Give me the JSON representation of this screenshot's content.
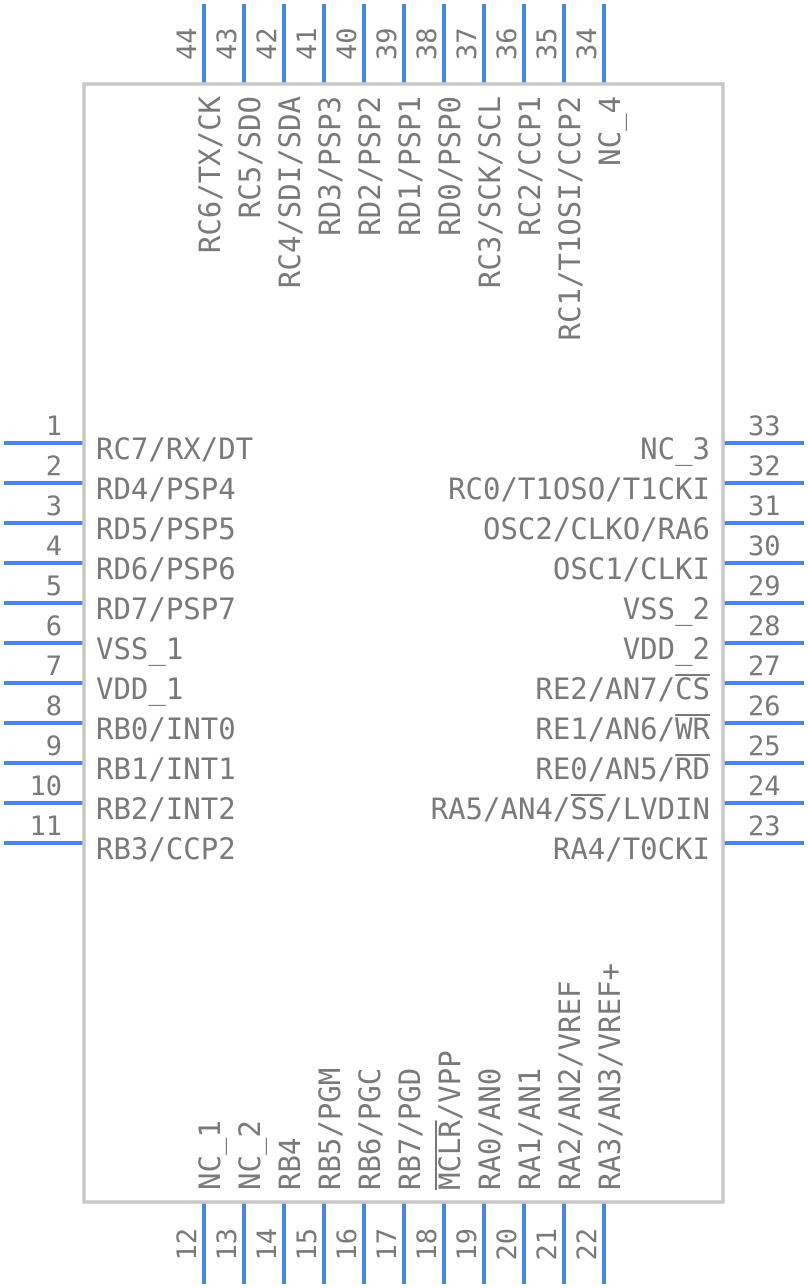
{
  "component": {
    "pins_left": [
      {
        "num": "1",
        "name": "RC7/RX/DT"
      },
      {
        "num": "2",
        "name": "RD4/PSP4"
      },
      {
        "num": "3",
        "name": "RD5/PSP5"
      },
      {
        "num": "4",
        "name": "RD6/PSP6"
      },
      {
        "num": "5",
        "name": "RD7/PSP7"
      },
      {
        "num": "6",
        "name": "VSS_1"
      },
      {
        "num": "7",
        "name": "VDD_1"
      },
      {
        "num": "8",
        "name": "RB0/INT0"
      },
      {
        "num": "9",
        "name": "RB1/INT1"
      },
      {
        "num": "10",
        "name": "RB2/INT2"
      },
      {
        "num": "11",
        "name": "RB3/CCP2"
      }
    ],
    "pins_bottom": [
      {
        "num": "12",
        "name": "NC_1"
      },
      {
        "num": "13",
        "name": "NC_2"
      },
      {
        "num": "14",
        "name": "RB4"
      },
      {
        "num": "15",
        "name": "RB5/PGM"
      },
      {
        "num": "16",
        "name": "RB6/PGC"
      },
      {
        "num": "17",
        "name": "RB7/PGD"
      },
      {
        "num": "18",
        "name": "MCLR/VPP"
      },
      {
        "num": "19",
        "name": "RA0/AN0"
      },
      {
        "num": "20",
        "name": "RA1/AN1"
      },
      {
        "num": "21",
        "name": "RA2/AN2/VREF"
      },
      {
        "num": "22",
        "name": "RA3/AN3/VREF+"
      }
    ],
    "pins_right": [
      {
        "num": "23",
        "name": "RA4/T0CKI"
      },
      {
        "num": "24",
        "name": "RA5/AN4/SS/LVDIN"
      },
      {
        "num": "25",
        "name": "RE0/AN5/RD"
      },
      {
        "num": "26",
        "name": "RE1/AN6/WR"
      },
      {
        "num": "27",
        "name": "RE2/AN7/CS"
      },
      {
        "num": "28",
        "name": "VDD_2"
      },
      {
        "num": "29",
        "name": "VSS_2"
      },
      {
        "num": "30",
        "name": "OSC1/CLKI"
      },
      {
        "num": "31",
        "name": "OSC2/CLKO/RA6"
      },
      {
        "num": "32",
        "name": "RC0/T1OSO/T1CKI"
      },
      {
        "num": "33",
        "name": "NC_3"
      }
    ],
    "pins_top": [
      {
        "num": "34",
        "name": "NC_4"
      },
      {
        "num": "35",
        "name": "RC1/T1OSI/CCP2"
      },
      {
        "num": "36",
        "name": "RC2/CCP1"
      },
      {
        "num": "37",
        "name": "RC3/SCK/SCL"
      },
      {
        "num": "38",
        "name": "RD0/PSP0"
      },
      {
        "num": "39",
        "name": "RD1/PSP1"
      },
      {
        "num": "40",
        "name": "RD2/PSP2"
      },
      {
        "num": "41",
        "name": "RD3/PSP3"
      },
      {
        "num": "42",
        "name": "RC4/SDI/SDA"
      },
      {
        "num": "43",
        "name": "RC5/SDO"
      },
      {
        "num": "44",
        "name": "RC6/TX/CK"
      }
    ]
  },
  "colors": {
    "pin": "#4a86e8",
    "body_outline": "#c8c8c8",
    "text": "#7a7a7a"
  }
}
